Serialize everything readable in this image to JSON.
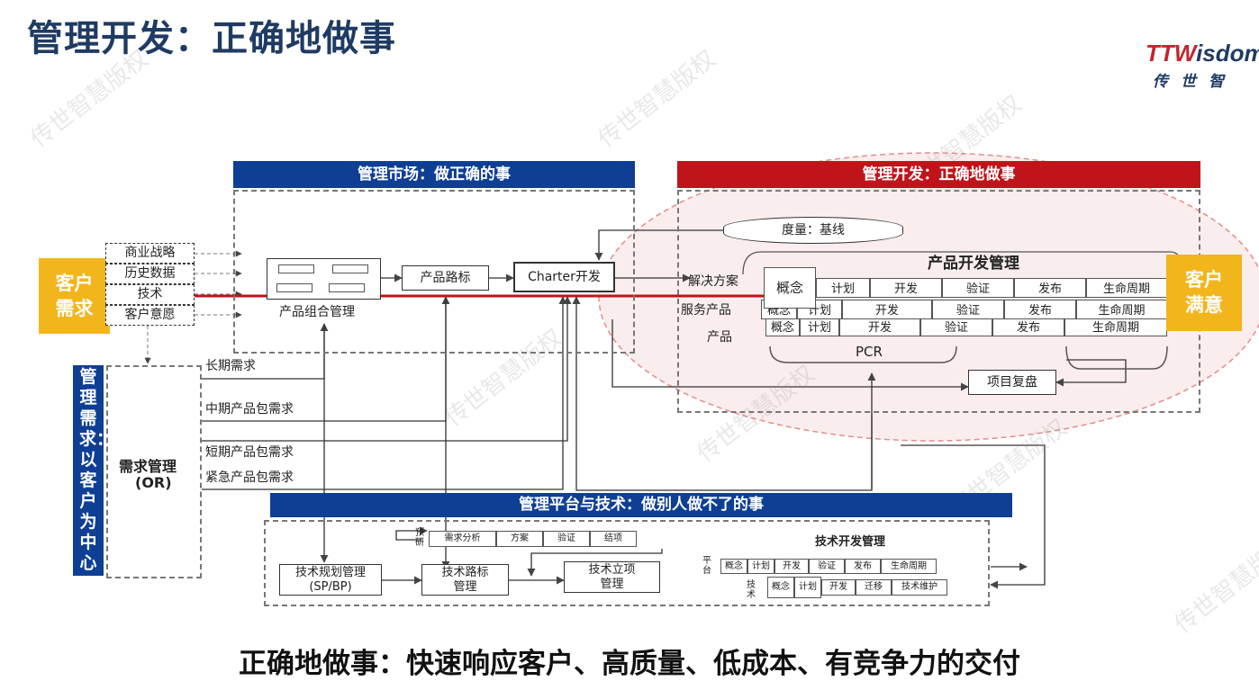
{
  "title": "管理开发：正确地做事",
  "logo": {
    "brand_red": "TTW",
    "brand_blue": "isdom",
    "cn": "传世智"
  },
  "watermark": "传世智慧版权",
  "inputs": {
    "customer_need": "客户需求",
    "sources": [
      "商业战略",
      "历史数据",
      "技术",
      "客户意愿"
    ]
  },
  "market": {
    "header": "管理市场：做正确的事",
    "portfolio": "产品组合管理",
    "roadmap": "产品路标",
    "charter": "Charter开发"
  },
  "dev": {
    "header": "管理开发：正确地做事",
    "metric": "度量：基线",
    "pdm": "产品开发管理",
    "rows": [
      "解决方案",
      "服务产品",
      "产品"
    ],
    "concept": "概念",
    "stages": [
      "计划",
      "开发",
      "验证",
      "发布",
      "生命周期"
    ],
    "pcr": "PCR",
    "review": "项目复盘"
  },
  "output": {
    "customer_satisfied": "客户满意"
  },
  "demand": {
    "side_label": "管理需求：以客户为中心",
    "box_line1": "需求管理",
    "box_line2": "(OR)",
    "items": [
      "长期需求",
      "中期产品包需求",
      "短期产品包需求",
      "紧急产品包需求"
    ]
  },
  "platform": {
    "header": "管理平台与技术：做别人做不了的事",
    "research": "预研",
    "research_stages": [
      "需求分析",
      "方案",
      "验证",
      "结项"
    ],
    "tech_plan_line1": "技术规划管理",
    "tech_plan_line2": "(SP/BP)",
    "tech_roadmap_line1": "技术路标",
    "tech_roadmap_line2": "管理",
    "tech_project_line1": "技术立项",
    "tech_project_line2": "管理",
    "tdm": "技术开发管理",
    "platform_label": "平台",
    "platform_stages": [
      "概念",
      "计划",
      "开发",
      "验证",
      "发布",
      "生命周期"
    ],
    "tech_label": "技术",
    "tech_stages": [
      "概念",
      "计划",
      "开发",
      "迁移",
      "技术维护"
    ]
  },
  "slogan": "正确地做事：快速响应客户、高质量、低成本、有竞争力的交付",
  "colors": {
    "navy": "#0e3f94",
    "red": "#c0141b",
    "yellow": "#f3b51c",
    "title": "#1f3b63"
  }
}
